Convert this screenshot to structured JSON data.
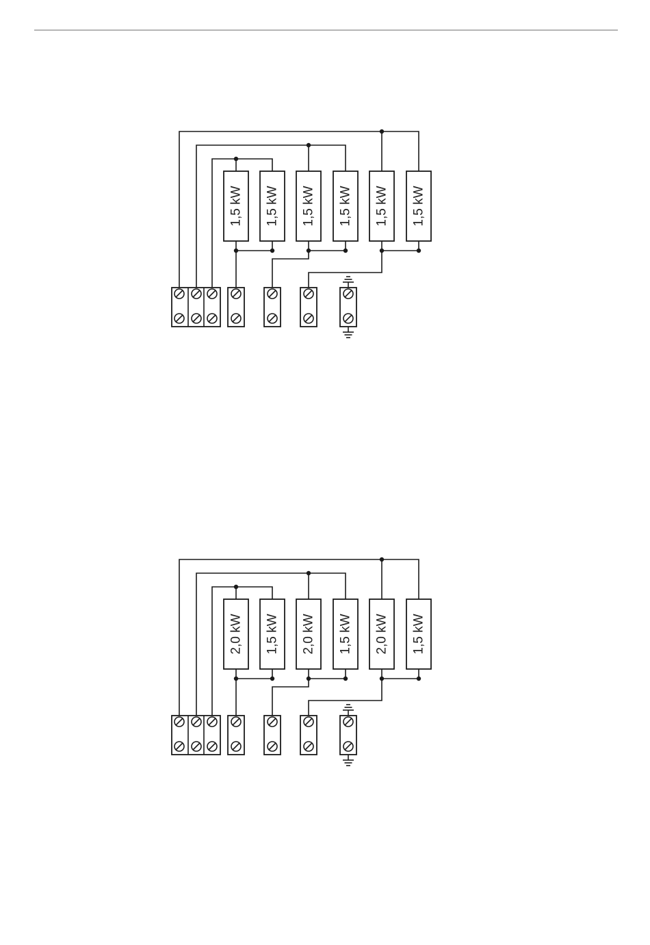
{
  "diagrams": [
    {
      "heater_labels": [
        "1,5 kW",
        "1,5 kW",
        "1,5 kW",
        "1,5 kW",
        "1,5 kW",
        "1,5 kW"
      ]
    },
    {
      "heater_labels": [
        "2,0 kW",
        "1,5 kW",
        "2,0 kW",
        "1,5 kW",
        "2,0 kW",
        "1,5 kW"
      ]
    }
  ]
}
